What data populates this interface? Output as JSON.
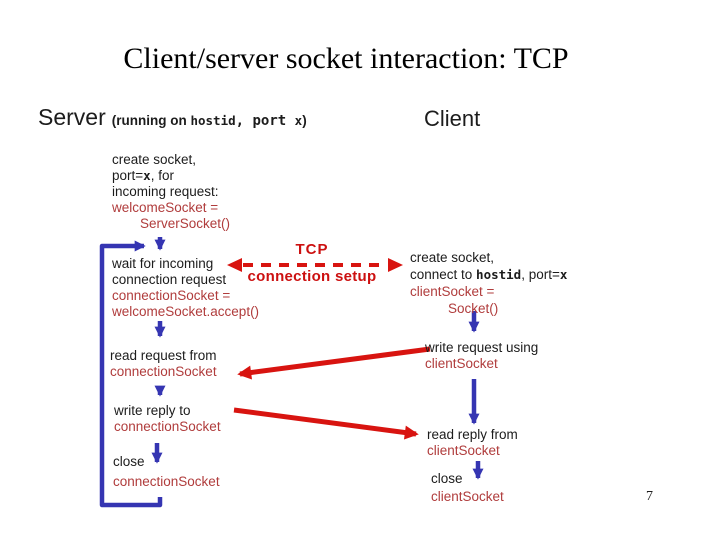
{
  "title": "Client/server socket interaction: TCP",
  "page_number": "7",
  "headers": {
    "server": {
      "label": "Server",
      "detail_runs": [
        {
          "t": "(running on ",
          "s": "hb"
        },
        {
          "t": "hostid",
          "s": "mb"
        },
        {
          "t": ", ",
          "s": "m"
        },
        {
          "t": "port ",
          "s": "m"
        },
        {
          "t": "x",
          "s": "mb"
        },
        {
          "t": ")",
          "s": "hb"
        }
      ]
    },
    "client": "Client"
  },
  "tcp_label": {
    "line1": "TCP",
    "line2": "connection setup"
  },
  "colors": {
    "code_red": "#b03c3c",
    "arrow_red": "#d81410",
    "label_red": "#cc1010",
    "arrow_blue": "#3535b2",
    "ink": "#1c1c1c",
    "background": "#ffffff"
  },
  "blocks": {
    "server_create": {
      "lines": [
        {
          "runs": [
            {
              "t": "create socket,"
            }
          ]
        },
        {
          "runs": [
            {
              "t": "port="
            },
            {
              "t": "x",
              "s": "mb"
            },
            {
              "t": ", for"
            }
          ]
        },
        {
          "runs": [
            {
              "t": "incoming request:"
            }
          ]
        },
        {
          "runs": [
            {
              "t": "welcomeSocket =",
              "s": "c"
            }
          ]
        },
        {
          "ind": 28,
          "runs": [
            {
              "t": "ServerSocket()",
              "s": "c"
            }
          ]
        }
      ]
    },
    "server_wait": {
      "lines": [
        {
          "runs": [
            {
              "t": "wait for incoming"
            }
          ]
        },
        {
          "runs": [
            {
              "t": "connection request"
            }
          ]
        },
        {
          "runs": [
            {
              "t": "connectionSocket =",
              "s": "c"
            }
          ]
        },
        {
          "runs": [
            {
              "t": "welcomeSocket.accept()",
              "s": "c"
            }
          ]
        }
      ]
    },
    "server_read": {
      "lines": [
        {
          "runs": [
            {
              "t": "read request from"
            }
          ]
        },
        {
          "runs": [
            {
              "t": "connectionSocket",
              "s": "c"
            }
          ]
        }
      ]
    },
    "server_write": {
      "lines": [
        {
          "runs": [
            {
              "t": "write reply to"
            }
          ]
        },
        {
          "runs": [
            {
              "t": "connectionSocket",
              "s": "c"
            }
          ]
        }
      ]
    },
    "server_close": {
      "lines": [
        {
          "runs": [
            {
              "t": "close"
            }
          ]
        },
        {
          "runs": [
            {
              "t": "connectionSocket",
              "s": "c"
            }
          ]
        }
      ]
    },
    "client_create": {
      "lines": [
        {
          "runs": [
            {
              "t": "create socket,"
            }
          ]
        },
        {
          "runs": [
            {
              "t": "connect to "
            },
            {
              "t": "hostid",
              "s": "mb"
            },
            {
              "t": ", port="
            },
            {
              "t": "x",
              "s": "mb"
            }
          ]
        },
        {
          "runs": [
            {
              "t": "clientSocket =",
              "s": "c"
            }
          ]
        },
        {
          "ind": 38,
          "runs": [
            {
              "t": "Socket()",
              "s": "c"
            }
          ]
        }
      ]
    },
    "client_write": {
      "lines": [
        {
          "runs": [
            {
              "t": "write request using"
            }
          ]
        },
        {
          "runs": [
            {
              "t": "clientSocket",
              "s": "c"
            }
          ]
        }
      ]
    },
    "client_read": {
      "lines": [
        {
          "runs": [
            {
              "t": "read reply from"
            }
          ]
        },
        {
          "runs": [
            {
              "t": "clientSocket",
              "s": "c"
            }
          ]
        }
      ]
    },
    "client_close": {
      "lines": [
        {
          "runs": [
            {
              "t": "close"
            }
          ]
        },
        {
          "runs": [
            {
              "t": "clientSocket",
              "s": "c"
            }
          ]
        }
      ]
    }
  }
}
